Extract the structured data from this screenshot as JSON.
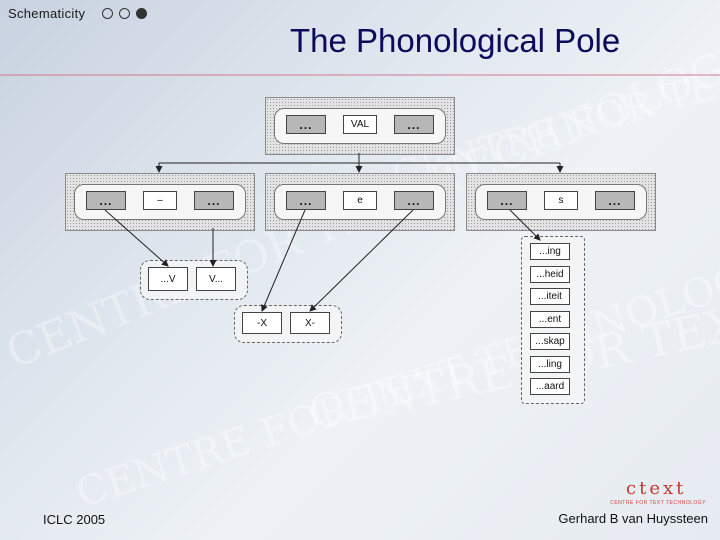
{
  "header": {
    "label": "Schematicity",
    "circles": [
      "outline",
      "outline",
      "filled"
    ]
  },
  "title": "The Phonological Pole",
  "footer": {
    "left": "ICLC 2005",
    "right": "Gerhard B van Huyssteen"
  },
  "logo_text": "ctext",
  "logo_sub": "CENTRE FOR TEXT TECHNOLOGY",
  "diagram": {
    "top": {
      "left": "...",
      "middle": "VAL",
      "right": "..."
    },
    "level2": [
      {
        "left": "...",
        "middle": "–",
        "right": "..."
      },
      {
        "left": "...",
        "middle": "e",
        "right": "..."
      },
      {
        "left": "...",
        "middle": "s",
        "right": "..."
      }
    ],
    "vowel_cells": {
      "left": "...V",
      "right": "V..."
    },
    "x_cells": {
      "left": "-X",
      "right": "X-"
    },
    "suffixes": [
      "...ing",
      "...heid",
      "...iteit",
      "...ent",
      "...skap",
      "...ling",
      "...aard"
    ]
  }
}
